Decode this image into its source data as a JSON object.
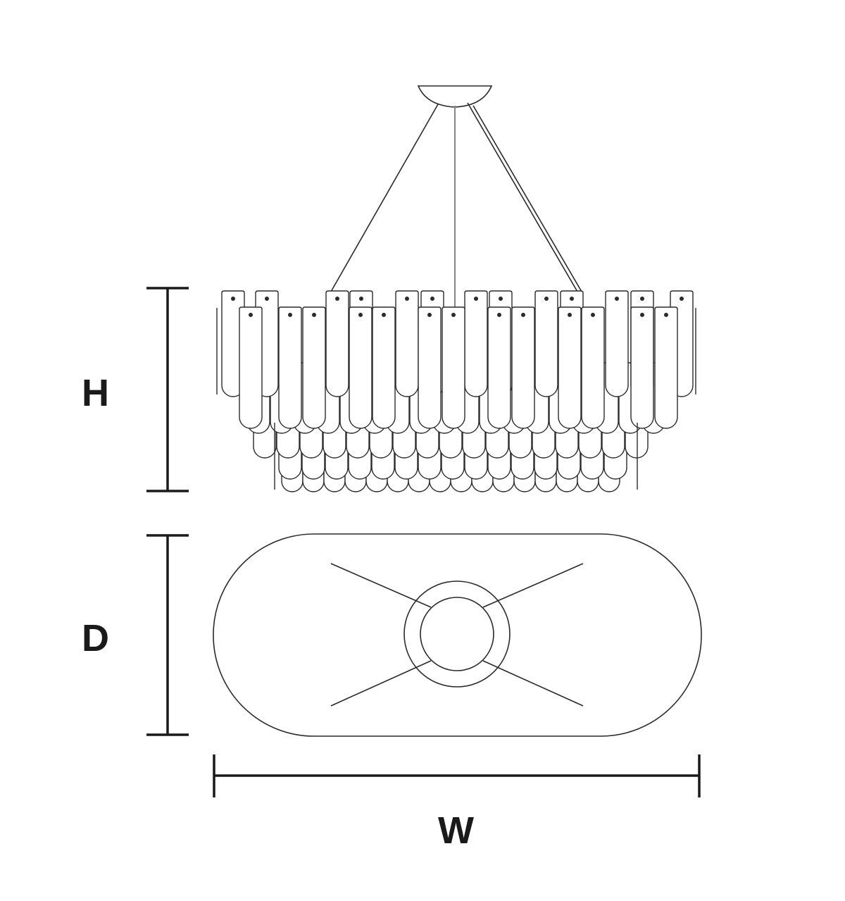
{
  "dimensions": {
    "height_label": "H",
    "depth_label": "D",
    "width_label": "W"
  },
  "colors": {
    "line": "#2a2a2a",
    "dimension": "#1a1a1a",
    "background": "#ffffff"
  }
}
